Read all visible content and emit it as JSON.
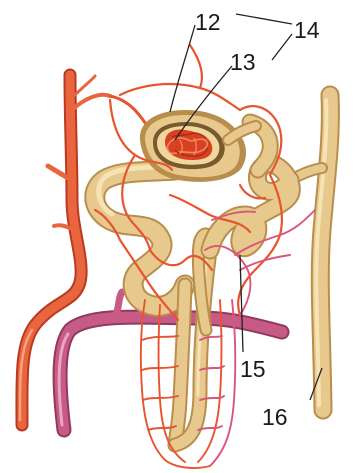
{
  "labels": {
    "l12": "12",
    "l13": "13",
    "l14": "14",
    "l15": "15",
    "l16": "16"
  },
  "colors": {
    "artery": "#e9653d",
    "artery_dark": "#b83a22",
    "vein": "#c85a86",
    "vein_dark": "#8f3a5e",
    "tubule": "#e7c98d",
    "tubule_light": "#f6e3b5",
    "tubule_dark": "#b98e4c",
    "capillary": "#e8542f",
    "capillary_pink": "#d9567a",
    "capsule_outer": "#d9b676",
    "capsule_inner": "#7a5a2c",
    "glomerulus": "#d9401f"
  }
}
